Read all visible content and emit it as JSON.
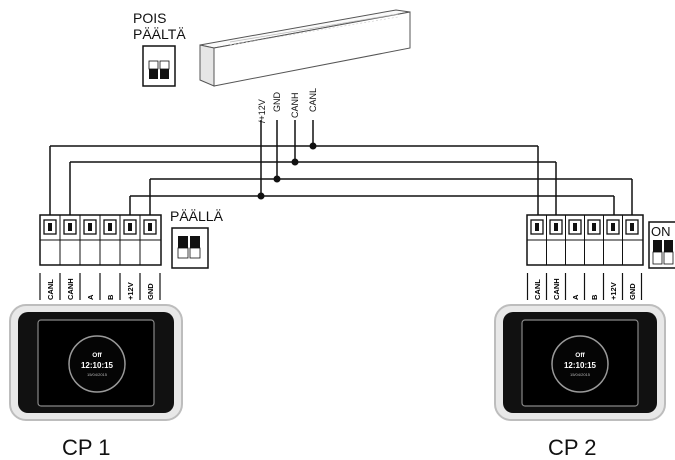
{
  "labels": {
    "off_top": "POIS",
    "off_bottom": "PÄÄLTÄ",
    "on_middle": "PÄÄLLÄ",
    "on_right": "ON"
  },
  "wires": {
    "plus12": "/+12V",
    "gnd": "GND",
    "canh": "CANH",
    "canl": "CANL"
  },
  "terminals": [
    "CANL",
    "CANH",
    "A",
    "B",
    "+12V",
    "GND"
  ],
  "panels": [
    {
      "caption": "CP 1",
      "status": "Off",
      "time": "12:10:15",
      "date": "15/04/2015"
    },
    {
      "caption": "CP 2",
      "status": "Off",
      "time": "12:10:15",
      "date": "15/04/2015"
    }
  ]
}
